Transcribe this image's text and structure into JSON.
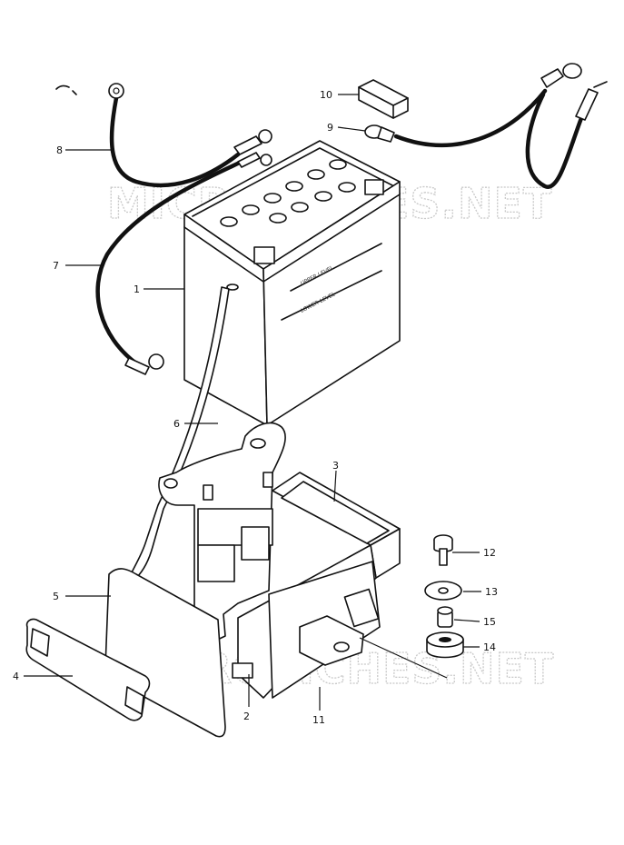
{
  "watermark": "MICROFICHES.NET",
  "battery_level_labels": {
    "upper": "UPPER LEVEL",
    "lower": "LOWER LEVEL"
  },
  "callouts": [
    {
      "id": "c1",
      "label": "1"
    },
    {
      "id": "c2",
      "label": "2"
    },
    {
      "id": "c3",
      "label": "3"
    },
    {
      "id": "c4",
      "label": "4"
    },
    {
      "id": "c5",
      "label": "5"
    },
    {
      "id": "c6",
      "label": "6"
    },
    {
      "id": "c7",
      "label": "7"
    },
    {
      "id": "c8",
      "label": "8"
    },
    {
      "id": "c9",
      "label": "9"
    },
    {
      "id": "c10",
      "label": "10"
    },
    {
      "id": "c11",
      "label": "11"
    },
    {
      "id": "c12",
      "label": "12"
    },
    {
      "id": "c13",
      "label": "13"
    },
    {
      "id": "c14",
      "label": "14"
    },
    {
      "id": "c15",
      "label": "15"
    }
  ]
}
